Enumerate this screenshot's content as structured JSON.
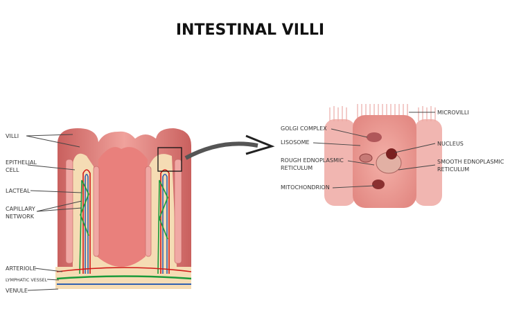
{
  "title": "INTESTINAL VILLI",
  "villus_labels": {
    "villi": "VILLI",
    "epithelial_1": "EPITHELIAL",
    "epithelial_2": "CELL",
    "lacteal": "LACTEAL",
    "capillary_1": "CAPILLARY",
    "capillary_2": "NETWORK",
    "arteriole": "ARTERIOLE",
    "lymphatic": "LYMPHATIC VESSEL",
    "venule": "VENULE"
  },
  "cell_labels": {
    "microvilli": "MICROVILLI",
    "golgi": "GOLGI COMPLEX",
    "lisosome": "LISOSOME",
    "rough_1": "ROUGH EDNOPLASMIC",
    "rough_2": "RETICULUM",
    "mitochondrion": "MITOCHONDRION",
    "nucleus": "NUCLEUS",
    "smooth_1": "SMOOTH EDNOPLASMIC",
    "smooth_2": "RETICULUM"
  },
  "colors": {
    "tissue": "#e48a86",
    "lacteal": "#2f5fb0",
    "capillary": "#1a9a3a",
    "artery": "#d01818"
  }
}
